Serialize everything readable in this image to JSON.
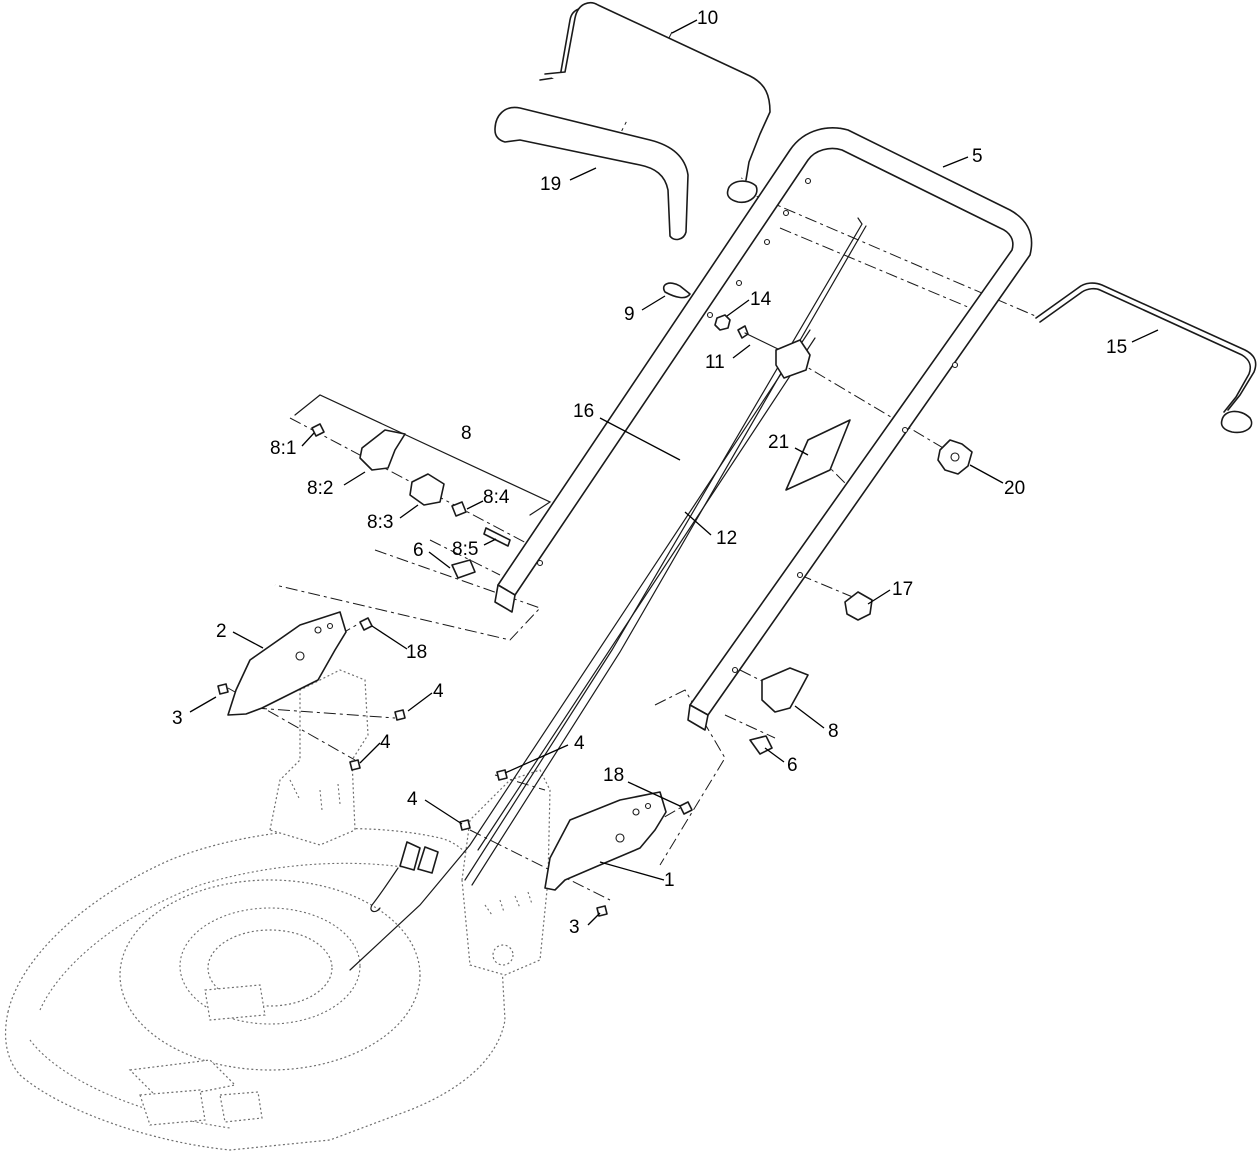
{
  "callouts": [
    {
      "id": "c10",
      "text": "10"
    },
    {
      "id": "c19",
      "text": "19"
    },
    {
      "id": "c5",
      "text": "5"
    },
    {
      "id": "c9",
      "text": "9"
    },
    {
      "id": "c14",
      "text": "14"
    },
    {
      "id": "c11",
      "text": "11"
    },
    {
      "id": "c15",
      "text": "15"
    },
    {
      "id": "c16",
      "text": "16"
    },
    {
      "id": "c21",
      "text": "21"
    },
    {
      "id": "c20",
      "text": "20"
    },
    {
      "id": "c8top",
      "text": "8"
    },
    {
      "id": "c81",
      "text": "8:1"
    },
    {
      "id": "c82",
      "text": "8:2"
    },
    {
      "id": "c83",
      "text": "8:3"
    },
    {
      "id": "c84",
      "text": "8:4"
    },
    {
      "id": "c85",
      "text": "8:5"
    },
    {
      "id": "c6left",
      "text": "6"
    },
    {
      "id": "c12",
      "text": "12"
    },
    {
      "id": "c17",
      "text": "17"
    },
    {
      "id": "c2",
      "text": "2"
    },
    {
      "id": "c18left",
      "text": "18"
    },
    {
      "id": "c3left",
      "text": "3"
    },
    {
      "id": "c4a",
      "text": "4"
    },
    {
      "id": "c4b",
      "text": "4"
    },
    {
      "id": "c8right",
      "text": "8"
    },
    {
      "id": "c6right",
      "text": "6"
    },
    {
      "id": "c4c",
      "text": "4"
    },
    {
      "id": "c18right",
      "text": "18"
    },
    {
      "id": "c4d",
      "text": "4"
    },
    {
      "id": "c1",
      "text": "1"
    },
    {
      "id": "c3right",
      "text": "3"
    }
  ],
  "colors": {
    "line": "#1a1a1a",
    "deck_outline": "#6e6e6e",
    "background": "#ffffff"
  }
}
